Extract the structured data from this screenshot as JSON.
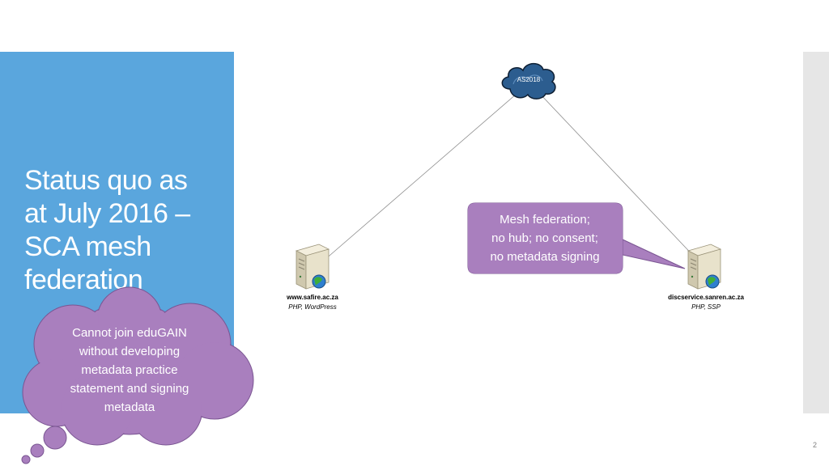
{
  "slide": {
    "title_lines": [
      "Status quo as",
      "at July 2016 –",
      "SCA mesh",
      "federation"
    ],
    "page_number": "2"
  },
  "diagram": {
    "cloud": {
      "label": "AS2018",
      "icon": "cloud-icon"
    },
    "servers": [
      {
        "name": "www.safire.ac.za",
        "software": "PHP, WordPress",
        "icon": "server-icon"
      },
      {
        "name": "discservice.sanren.ac.za",
        "software": "PHP, SSP",
        "icon": "server-icon"
      }
    ],
    "callout": {
      "lines": [
        "Mesh federation;",
        "no hub; no consent;",
        "no metadata signing"
      ]
    },
    "thought": {
      "lines": [
        "Cannot join eduGAIN",
        "without developing",
        "metadata practice",
        "statement and signing",
        "metadata"
      ]
    }
  },
  "colors": {
    "panel_blue": "#5AA6DD",
    "callout_purple": "#A97FBE",
    "strip_gray": "#E6E6E6"
  }
}
